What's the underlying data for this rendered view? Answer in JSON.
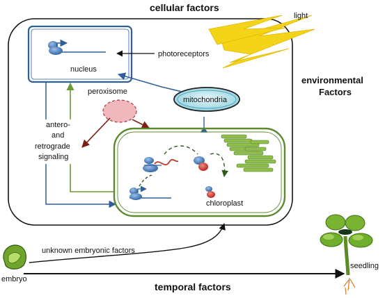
{
  "labels": {
    "cellular_factors": "cellular factors",
    "environmental_line1": "environmental",
    "environmental_line2": "Factors",
    "temporal_factors": "temporal factors",
    "light": "light",
    "photoreceptors": "photoreceptors",
    "nucleus": "nucleus",
    "peroxisome": "peroxisome",
    "mitochondria": "mitochondria",
    "signaling_line1": "antero-",
    "signaling_line2": "and",
    "signaling_line3": "retrograde",
    "signaling_line4": "signaling",
    "chloroplast": "chloroplast",
    "unknown_embryonic_factors": "unknown embryonic factors",
    "embryo": "embryo",
    "seedling": "seedling"
  },
  "colors": {
    "nucleus_border": "#2f5f99",
    "chloroplast_border": "#5a8a2e",
    "arrow_blue": "#2f5f99",
    "arrow_green": "#6a9a3a",
    "arrow_red": "#7a1e12",
    "peroxisome_fill": "#f0b8bd",
    "mitochondria_fill": "#b8e4ec",
    "light_yellow": "#f2d21a",
    "leaf_green": "#7ab332"
  },
  "icons": {
    "light": "light-beam-icon",
    "embryo": "embryo-leaf-icon",
    "seedling": "seedling-plant-icon",
    "thylakoid": "thylakoid-stack-icon",
    "ribosome": "ribosome-icon"
  }
}
